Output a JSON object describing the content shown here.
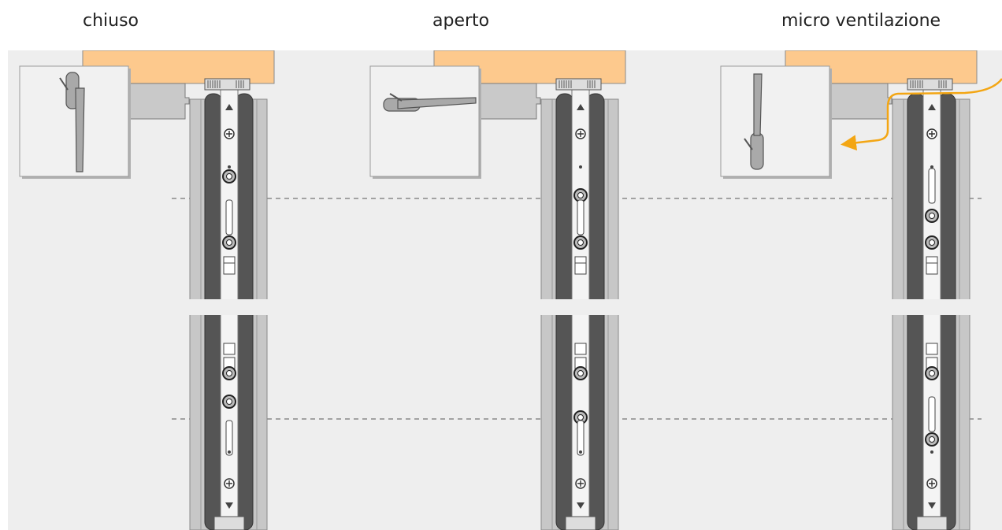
{
  "captions": [
    "chiuso",
    "aperto",
    "micro ventilazione"
  ],
  "handle_states": [
    "closed-down",
    "open-horizontal",
    "tilt-up"
  ],
  "colors": {
    "frame_wood": "#fdc98d",
    "gasket": "#555555",
    "profile": "#c7c7c7",
    "background": "#eeeeee",
    "airflow_arrow": "#f3a614"
  }
}
